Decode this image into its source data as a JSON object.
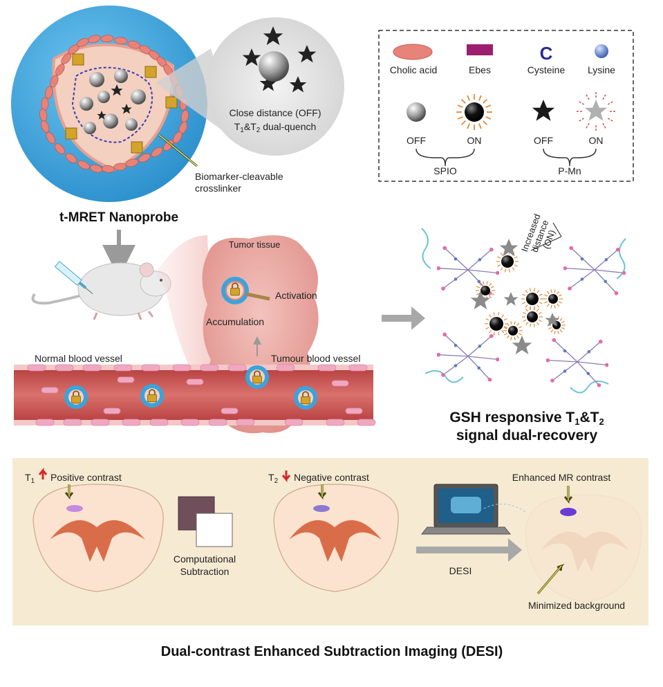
{
  "nanoprobe": {
    "title": "t-MRET Nanoprobe",
    "zoom_line1": "Close distance (OFF)",
    "zoom_line2_pre": "T",
    "zoom_line2_sub1": "1",
    "zoom_line2_mid": "&T",
    "zoom_line2_sub2": "2",
    "zoom_line2_post": " dual-quench",
    "linker_line1": "Biomarker-cleavable",
    "linker_line2": "crosslinker"
  },
  "legend": {
    "items": [
      {
        "label": "Cholic acid"
      },
      {
        "label": "Ebes"
      },
      {
        "label": "Cysteine",
        "glyph": "C"
      },
      {
        "label": "Lysine"
      }
    ],
    "off": "OFF",
    "on": "ON",
    "group1": "SPIO",
    "group2": "P-Mn"
  },
  "middle": {
    "tumor_tissue": "Tumor tissue",
    "activation": "Activation",
    "accumulation": "Accumulation",
    "normal_vessel": "Normal blood vessel",
    "tumour_vessel": "Tumour blood vessel",
    "distance_l1": "Increased",
    "distance_l2": "distance",
    "distance_l3": "(ON)",
    "gsh_line1_pre": "GSH responsive T",
    "gsh_sub1": "1",
    "gsh_mid": "&T",
    "gsh_sub2": "2",
    "gsh_line2": "signal dual-recovery"
  },
  "desi": {
    "t1_pre": "T",
    "t1_sub": "1",
    "t1_label": "Positive contrast",
    "t2_pre": "T",
    "t2_sub": "2",
    "t2_label": "Negative contrast",
    "subtraction_l1": "Computational",
    "subtraction_l2": "Subtraction",
    "desi_label": "DESI",
    "enhanced": "Enhanced MR contrast",
    "minimized": "Minimized background",
    "footer": "Dual-contrast Enhanced Subtraction Imaging (DESI)"
  },
  "colors": {
    "shell_blue": "#3aa3dc",
    "cholic": "#e8837a",
    "ebes": "#9b1f6e",
    "panel_bg": "#f6ead2",
    "vessel": "#c9504e",
    "tumor": "#e79e9a",
    "arrow_red": "#d32a2a",
    "arrow_yellow": "#d9d94a"
  }
}
